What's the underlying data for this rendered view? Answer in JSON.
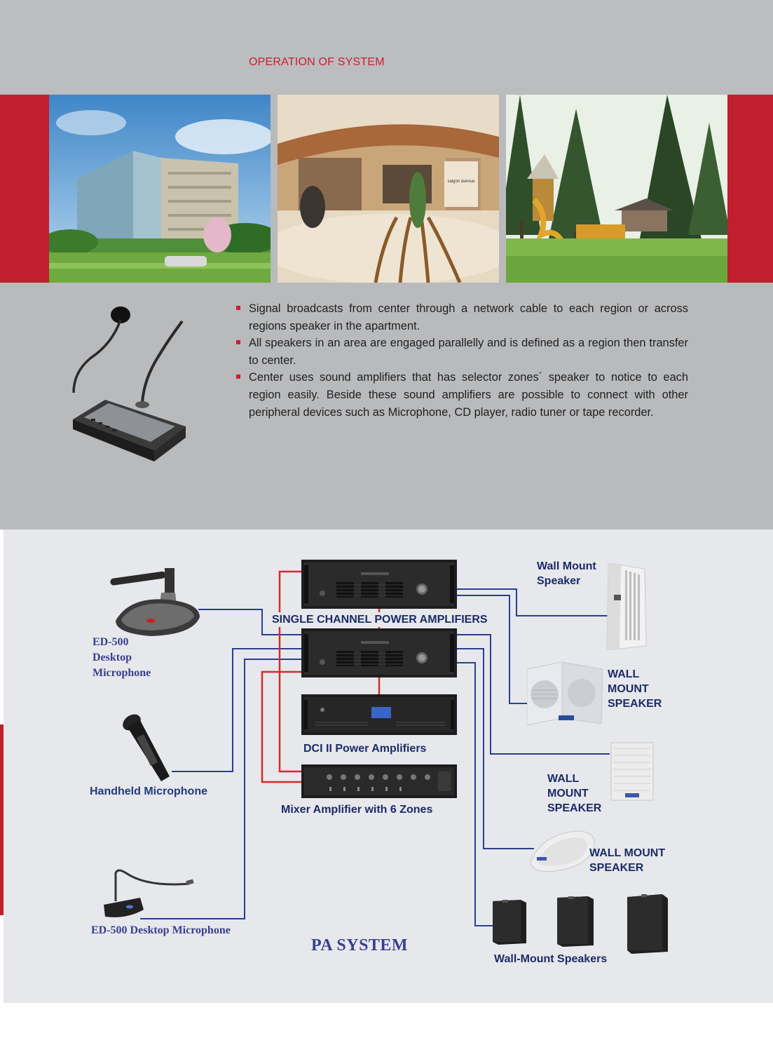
{
  "header": {
    "title": "OPERATION OF SYSTEM"
  },
  "photos": [
    {
      "name": "office-building-photo"
    },
    {
      "name": "lobby-photo",
      "sign_text": "saigon avenue"
    },
    {
      "name": "park-playground-photo"
    }
  ],
  "bullets": [
    "Signal broadcasts from center through a network cable to each region or across regions speaker in the apartment.",
    "All speakers in an area are engaged parallelly and is defined as a region then transfer to center.",
    "Center uses sound amplifiers that has selector zones´ speaker to notice to each region easily. Beside these sound amplifiers are possible to connect with other peripheral devices such as Microphone, CD player, radio tuner or tape recorder."
  ],
  "diagram": {
    "title": "PA SYSTEM",
    "mic_desktop_1": {
      "l1": "ED-500",
      "l2": "Desktop",
      "l3": "Microphone"
    },
    "mic_handheld": "Handheld Microphone",
    "mic_desktop_2": "ED-500 Desktop Microphone",
    "amp_single": "SINGLE CHANNEL POWER AMPLIFIERS",
    "amp_dci": "DCI II Power Amplifiers",
    "amp_mixer": "Mixer Amplifier with 6 Zones",
    "speaker_1": {
      "l1": "Wall Mount",
      "l2": "Speaker"
    },
    "speaker_2": {
      "l1": "WALL",
      "l2": "MOUNT",
      "l3": "SPEAKER"
    },
    "speaker_3": {
      "l1": "WALL",
      "l2": "MOUNT",
      "l3": "SPEAKER"
    },
    "speaker_4": {
      "l1": "WALL MOUNT",
      "l2": "SPEAKER"
    },
    "speaker_5": "Wall-Mount Speakers"
  },
  "colors": {
    "accent_red": "#c11e2e",
    "wire_blue": "#2a3f8f",
    "wire_red": "#d42a2a",
    "label_navy": "#1c2b66"
  }
}
